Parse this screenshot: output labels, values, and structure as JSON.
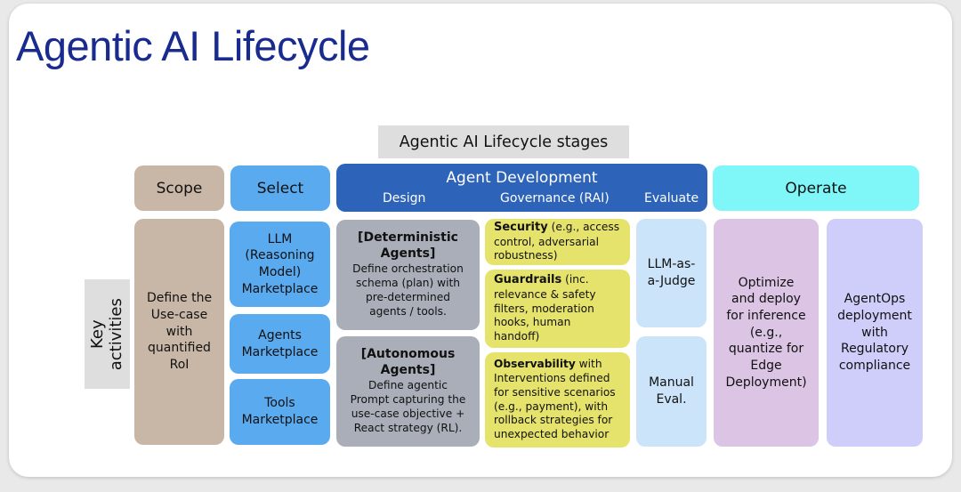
{
  "title": "Agentic AI Lifecycle",
  "stages_label": "Agentic AI Lifecycle stages",
  "key_activities_label": "Key\nactivities",
  "headers": {
    "scope": "Scope",
    "select": "Select",
    "agent_development": "Agent Development",
    "design": "Design",
    "governance": "Governance (RAI)",
    "evaluate": "Evaluate",
    "operate": "Operate"
  },
  "scope_box": "Define the\nUse-case\nwith\nquantified\nRoI",
  "select_boxes": [
    "LLM\n(Reasoning\nModel)\nMarketplace",
    "Agents\nMarketplace",
    "Tools\nMarketplace"
  ],
  "design_boxes": [
    {
      "title": "[Deterministic\nAgents]",
      "body": "Define orchestration\nschema (plan) with\npre-determined\nagents / tools."
    },
    {
      "title": "[Autonomous\nAgents]",
      "body": "Define agentic\nPrompt capturing the\nuse-case objective +\nReact strategy (RL)."
    }
  ],
  "governance_boxes": [
    {
      "head": "Security",
      "body": " (e.g., access\ncontrol, adversarial\nrobustness)"
    },
    {
      "head": "Guardrails",
      "body": " (inc.\nrelevance & safety\nfilters, moderation\nhooks, human\nhandoff)"
    },
    {
      "head": "Observability",
      "body": " with\nInterventions defined\nfor sensitive scenarios\n(e.g., payment), with\nrollback strategies for\nunexpected behavior"
    }
  ],
  "evaluate_boxes": [
    "LLM-as-\na-Judge",
    "Manual\nEval."
  ],
  "operate_boxes": [
    "Optimize\nand deploy\nfor inference\n(e.g.,\nquantize for\nEdge\nDeployment)",
    "AgentOps\ndeployment\nwith\nRegulatory\ncompliance"
  ],
  "colors": {
    "title": "#1a2b8f",
    "scope": "#c8b7a6",
    "select": "#5aaaf0",
    "agent_development": "#2d63b8",
    "design": "#a9aeb8",
    "governance": "#e5e36b",
    "evaluate": "#cce4f9",
    "operate_header": "#7ff6f8",
    "operate_1": "#dcc4e4",
    "operate_2": "#cfcdf9"
  }
}
